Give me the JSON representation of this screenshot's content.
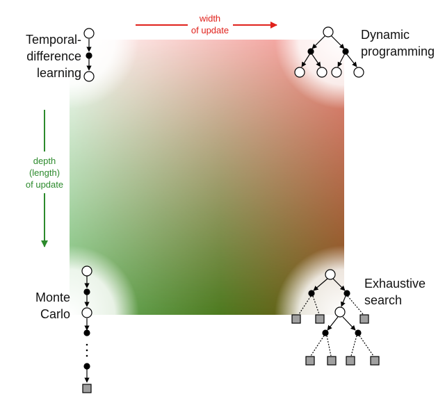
{
  "corners": {
    "top_left": [
      "Temporal-",
      "difference",
      "learning"
    ],
    "top_right": [
      "Dynamic",
      "programming"
    ],
    "bottom_left": [
      "Monte",
      "Carlo"
    ],
    "bottom_right": [
      "Exhaustive",
      "search"
    ]
  },
  "axes": {
    "width": [
      "width",
      "of update"
    ],
    "depth": [
      "depth",
      "(length)",
      "of update"
    ]
  },
  "colors": {
    "top_left": "#ffffff",
    "top_right": "#f08a84",
    "bottom_left": "#8fc98b",
    "bottom_right": "#6b5a1c",
    "width_arrow": "#e0211b",
    "depth_arrow": "#2c8a2c"
  }
}
